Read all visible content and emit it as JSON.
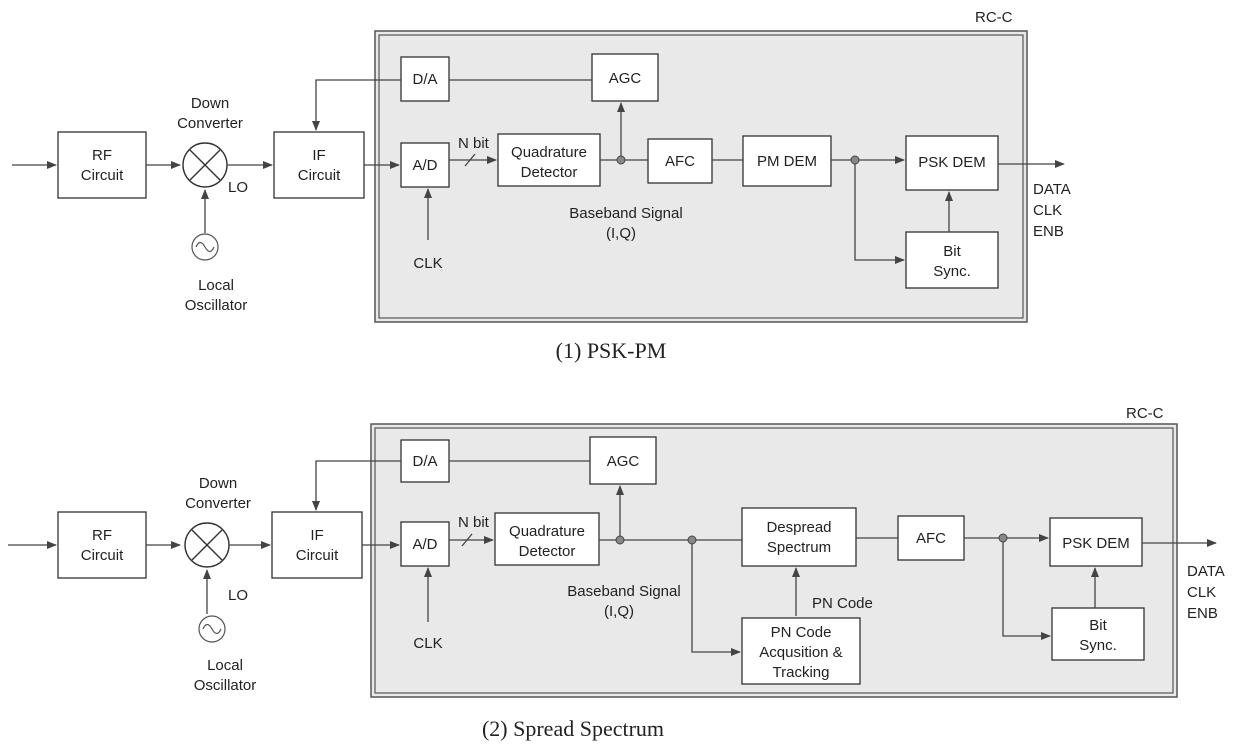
{
  "diagrams": [
    {
      "id": "psk-pm",
      "caption": "(1) PSK-PM",
      "panel_label": "RC-C",
      "rf": [
        "RF",
        "Circuit"
      ],
      "down_converter": [
        "Down",
        "Converter"
      ],
      "lo": "LO",
      "local_osc": [
        "Local",
        "Oscillator"
      ],
      "if": [
        "IF",
        "Circuit"
      ],
      "da": "D/A",
      "agc": "AGC",
      "ad": "A/D",
      "n_bit": "N bit",
      "clk": "CLK",
      "quad": [
        "Quadrature",
        "Detector"
      ],
      "baseband": [
        "Baseband Signal",
        "(I,Q)"
      ],
      "afc": "AFC",
      "pm_dem": "PM DEM",
      "psk_dem": "PSK DEM",
      "bit_sync": [
        "Bit",
        "Sync."
      ],
      "outputs": [
        "DATA",
        "CLK",
        "ENB"
      ]
    },
    {
      "id": "spread-spectrum",
      "caption": "(2) Spread Spectrum",
      "panel_label": "RC-C",
      "rf": [
        "RF",
        "Circuit"
      ],
      "down_converter": [
        "Down",
        "Converter"
      ],
      "lo": "LO",
      "local_osc": [
        "Local",
        "Oscillator"
      ],
      "if": [
        "IF",
        "Circuit"
      ],
      "da": "D/A",
      "agc": "AGC",
      "ad": "A/D",
      "n_bit": "N bit",
      "clk": "CLK",
      "quad": [
        "Quadrature",
        "Detector"
      ],
      "baseband": [
        "Baseband Signal",
        "(I,Q)"
      ],
      "despread": [
        "Despread",
        "Spectrum"
      ],
      "pn_code": "PN Code",
      "pn_acq": [
        "PN Code",
        "Acqusition &",
        "Tracking"
      ],
      "afc": "AFC",
      "psk_dem": "PSK DEM",
      "bit_sync": [
        "Bit",
        "Sync."
      ],
      "outputs": [
        "DATA",
        "CLK",
        "ENB"
      ]
    }
  ]
}
